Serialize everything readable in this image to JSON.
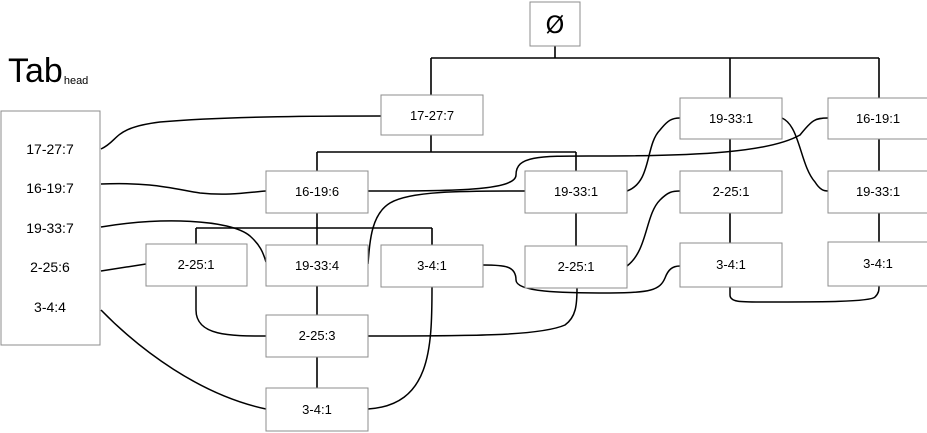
{
  "title": {
    "main": "Tab",
    "sub": "head"
  },
  "root_label": "Ø",
  "header_table": [
    "17-27:7",
    "16-19:7",
    "19-33:7",
    "2-25:6",
    "3-4:4"
  ],
  "nodes": [
    "17-27:7",
    "19-33:1",
    "16-19:1",
    "16-19:6",
    "19-33:1",
    "2-25:1",
    "19-33:1",
    "2-25:1",
    "19-33:4",
    "3-4:1",
    "2-25:1",
    "3-4:1",
    "3-4:1",
    "2-25:3",
    "3-4:1"
  ]
}
